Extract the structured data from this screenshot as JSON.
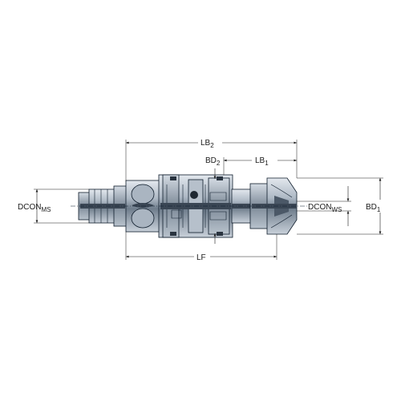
{
  "dimensions": {
    "lb2": {
      "main": "LB",
      "sub": "2"
    },
    "bd2": {
      "main": "BD",
      "sub": "2"
    },
    "lb1": {
      "main": "LB",
      "sub": "1"
    },
    "dcon_ms": {
      "main": "DCON",
      "sub": "MS"
    },
    "dcon_ws": {
      "main": "DCON",
      "sub": "WS"
    },
    "bd1": {
      "main": "BD",
      "sub": "1"
    },
    "lf": {
      "main": "LF",
      "sub": ""
    }
  },
  "colors": {
    "body_light": "#c6cfd9",
    "body_mid": "#8d9aa8",
    "body_dark": "#3a4654",
    "outline": "#0d1b2a",
    "line": "#1a1a1a"
  }
}
